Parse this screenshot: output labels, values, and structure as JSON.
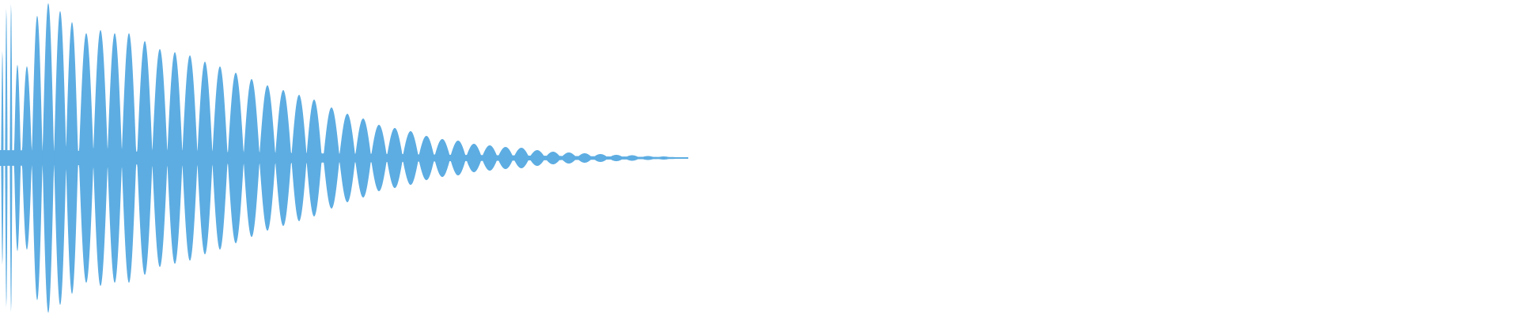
{
  "chart_data": {
    "type": "area",
    "description_kind": "waveform",
    "color": "#5dade2",
    "background": "#ffffff",
    "peaks": [
      0.68,
      0.95,
      0.98,
      0.59,
      0.58,
      0.9,
      0.98,
      0.93,
      0.86,
      0.79,
      0.81,
      0.79,
      0.79,
      0.74,
      0.69,
      0.67,
      0.65,
      0.61,
      0.58,
      0.54,
      0.5,
      0.46,
      0.43,
      0.4,
      0.37,
      0.32,
      0.28,
      0.25,
      0.21,
      0.19,
      0.17,
      0.14,
      0.12,
      0.11,
      0.09,
      0.08,
      0.07,
      0.065,
      0.05,
      0.04,
      0.035,
      0.03,
      0.025,
      0.02,
      0.0175,
      0.0125,
      0.01,
      0.005,
      0.0125
    ]
  }
}
